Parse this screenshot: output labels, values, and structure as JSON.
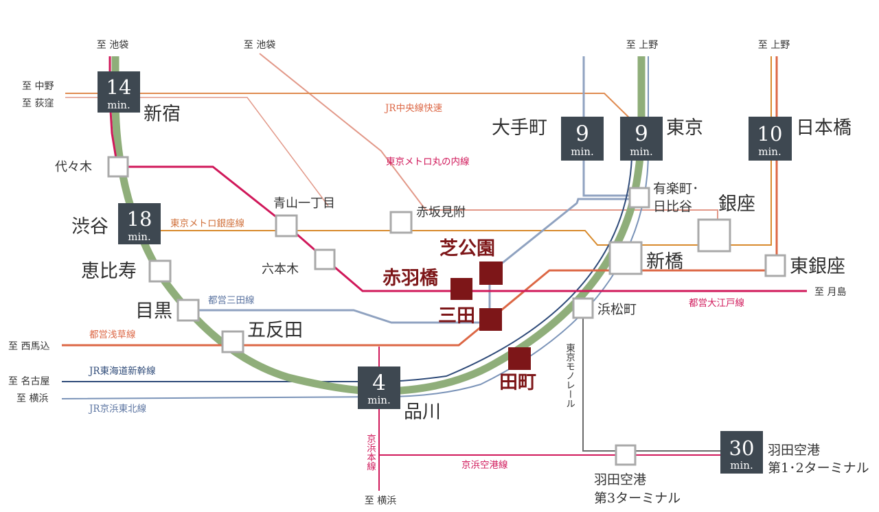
{
  "colors": {
    "yamanote": "#8fae7a",
    "oedo": "#d0185a",
    "asakusa": "#dc6745",
    "ginza": "#d88a2c",
    "chuo": "#df8a4f",
    "marunouchi": "#e29888",
    "mita": "#8fa2c0",
    "keihin_tohoku": "#7a93b8",
    "tokaido_shinkansen": "#2e4a78",
    "keikyu": "#d0185a",
    "monorail": "#6a6a6a",
    "highlight": "#7d1618",
    "minutes_box": "#3e4851"
  },
  "destinations": {
    "ikebukuro_1": "至 池袋",
    "ikebukuro_2": "至 池袋",
    "ueno_1": "至 上野",
    "ueno_2": "至 上野",
    "nakano": "至 中野",
    "ogikubo": "至 荻窪",
    "nishimagome": "至 西馬込",
    "nagoya": "至 名古屋",
    "yokohama_1": "至 横浜",
    "yokohama_2": "至 横浜",
    "tsukishima": "至 月島"
  },
  "stations": {
    "shinjuku": "新宿",
    "yoyogi": "代々木",
    "shibuya": "渋谷",
    "ebisu": "恵比寿",
    "meguro": "目黒",
    "gotanda": "五反田",
    "shinagawa": "品川",
    "aoyama": "青山一丁目",
    "roppongi": "六本木",
    "akasaka": "赤坂見附",
    "otemachi": "大手町",
    "tokyo": "東京",
    "nihonbashi": "日本橋",
    "yurakucho_1": "有楽町･",
    "yurakucho_2": "日比谷",
    "ginza": "銀座",
    "shinbashi": "新橋",
    "higashiginza": "東銀座",
    "hamamatsucho": "浜松町",
    "haneda3_1": "羽田空港",
    "haneda3_2": "第3ターミナル",
    "haneda12_1": "羽田空港",
    "haneda12_2": "第1･2ターミナル"
  },
  "highlighted": {
    "shibakoen": "芝公園",
    "akabanebashi": "赤羽橋",
    "mita": "三田",
    "tamachi": "田町"
  },
  "line_labels": {
    "chuo": "JR中央線快速",
    "marunouchi": "東京メトロ丸の内線",
    "ginza": "東京メトロ銀座線",
    "mita": "都営三田線",
    "asakusa": "都営浅草線",
    "oedo": "都営大江戸線",
    "tokaido": "JR東海道新幹線",
    "keihin": "JR京浜東北線",
    "keikyu_airport": "京浜空港線",
    "keikyu_main": "京浜本線",
    "monorail": "東京モノレール"
  },
  "minutes": {
    "unit": "min.",
    "shinjuku": "14",
    "shibuya": "18",
    "otemachi": "9",
    "tokyo": "9",
    "nihonbashi": "10",
    "shinagawa": "4",
    "haneda12": "30"
  }
}
